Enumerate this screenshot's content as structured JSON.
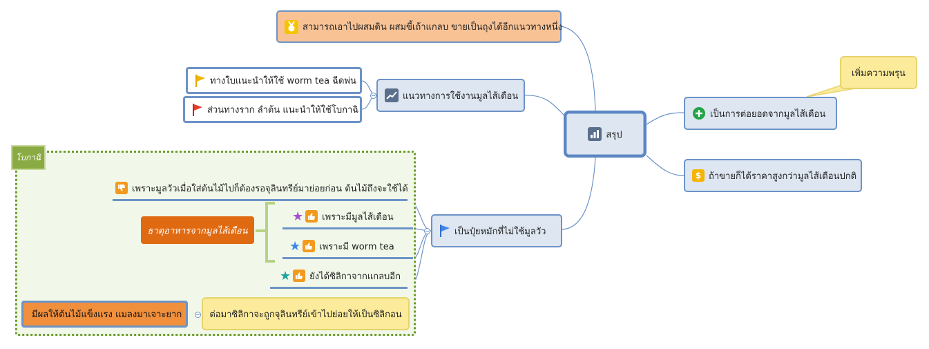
{
  "boundary": {
    "label": "โบกาฉิ"
  },
  "central": {
    "label": "สรุป",
    "icon": "bar-chart-icon"
  },
  "nodes": {
    "top_note": {
      "label": "สามารถเอาไปผสมดิน ผสมขี้เถ้าแกลบ ขายเป็นถุงได้อีกแนวทางหนึ่ง",
      "icon": "medal-icon",
      "color": "#f9c295"
    },
    "usage": {
      "label": "แนวทางการใช้งานมูลไส้เดือน",
      "icon": "line-chart-icon"
    },
    "leaf_worm_tea": {
      "label": "ทางใบแนะนำให้ใช้ worm tea ฉีดพ่น",
      "icon": "flag-orange-icon"
    },
    "root_bokashi": {
      "label": "ส่วนทางราก ลำต้น แนะนำให้ใช้โบกาฉิ",
      "icon": "flag-red-icon"
    },
    "extend": {
      "label": "เป็นการต่อยอดจากมูลไส้เดือน",
      "icon": "plus-circle-icon"
    },
    "price": {
      "label": "ถ้าขายก็ได้ราคาสูงกว่ามูลไส้เดือนปกติ",
      "icon": "dollar-icon"
    },
    "main_fertilizer": {
      "label": "เป็นปุ๋ยหมักที่ไม่ใช้มูลวัว",
      "icon": "flag-blue-icon"
    },
    "cow_dung": {
      "label": "เพราะมูลวัวเมื่อใส่ต้นไม้ไปก็ต้องรอจุลินทรีย์มาย่อยก่อน ต้นไม้ถึงจะใช้ได้",
      "icon": "thumbs-down-icon"
    },
    "has_worm_cast": {
      "label": "เพราะมีมูลไส้เดือน",
      "icon": "thumbs-up-icon",
      "star": "star-purple-icon"
    },
    "has_worm_tea": {
      "label": "เพราะมี worm tea",
      "icon": "thumbs-up-icon",
      "star": "star-blue-icon"
    },
    "silica": {
      "label": "ยังได้ซิลิกาจากแกลบอีก",
      "icon": "thumbs-up-icon",
      "star": "star-teal-icon"
    },
    "nutrient_summary": {
      "label": "ธาตุอาหารจากมูลไส้เดือน"
    },
    "strong_plants": {
      "label": "มีผลให้ต้นไม้แข็งแรง แมลงมาเจาะยาก"
    }
  },
  "callouts": {
    "fertility": "เพิ่มความพรุน",
    "silica_note": "ต่อมาซิลิกาจะถูกจุลินทรีย์เข้าไปย่อยให้เป็นซิลิกอน"
  },
  "colors": {
    "branch": "#6d93c7",
    "node_fill": "#dde6f1",
    "boundary": "#6e9a2e",
    "callout": "#fbeb9a",
    "summary_fill": "#e06a12"
  }
}
